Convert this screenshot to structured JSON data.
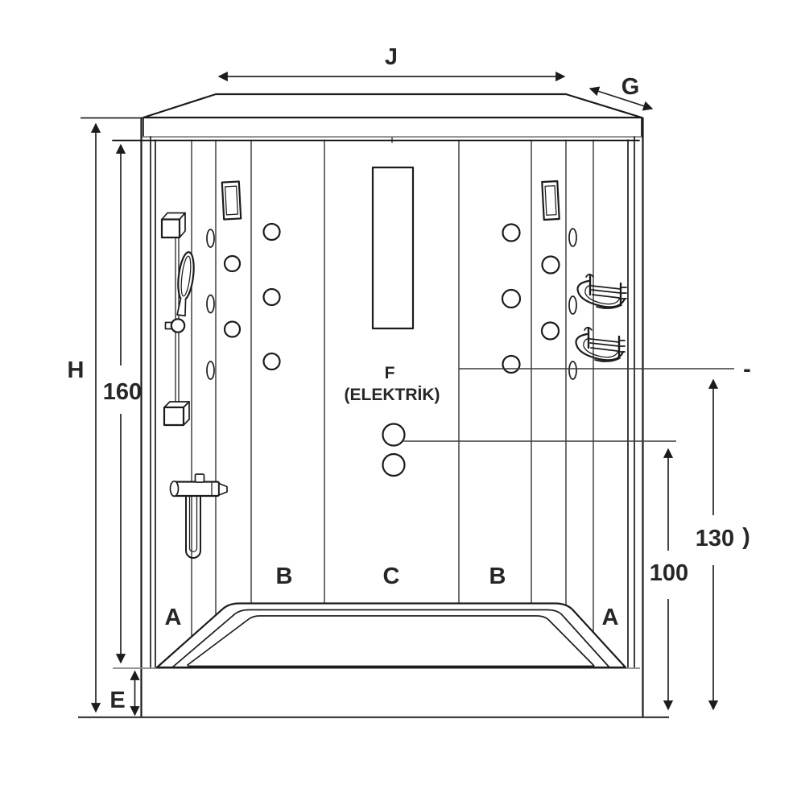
{
  "diagram": {
    "dims": {
      "width_j": "J",
      "depth_g": "G",
      "height_h": "H",
      "interior_height": "160",
      "base_e": "E",
      "level_upper": "130",
      "level_lower": "100"
    },
    "panels": {
      "a_left": "A",
      "b_left": "B",
      "c_center": "C",
      "b_right": "B",
      "a_right": "A"
    },
    "control": {
      "code": "F",
      "note": "(ELEKTRİK)"
    },
    "artifacts": {
      "dash": "-",
      "paren": ")"
    },
    "colors": {
      "line": "#1c1c1c",
      "soft_line": "#8a8a8a",
      "text": "#262626",
      "background": "#ffffff"
    }
  }
}
